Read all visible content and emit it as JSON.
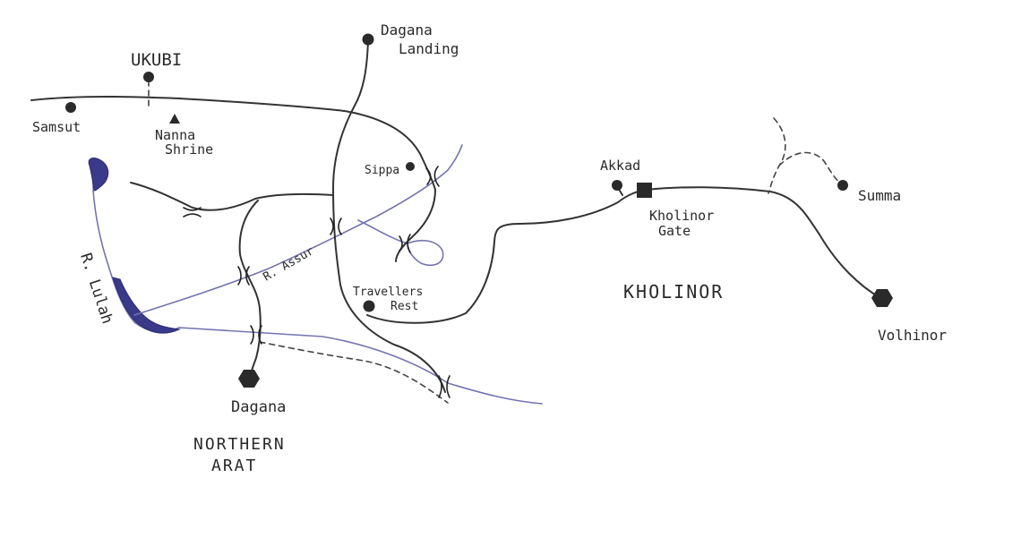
{
  "map": {
    "places": {
      "ukubi": "UKUBI",
      "samsut": "Samsut",
      "nanna_shrine_1": "Nanna",
      "nanna_shrine_2": "Shrine",
      "dagana_landing_1": "Dagana",
      "dagana_landing_2": "Landing",
      "sippa": "Sippa",
      "akkad": "Akkad",
      "kholinor_gate_1": "Kholinor",
      "kholinor_gate_2": "Gate",
      "summa": "Summa",
      "travellers_rest_1": "Travellers",
      "travellers_rest_2": "Rest",
      "volhinor": "Volhinor",
      "dagana": "Dagana"
    },
    "regions": {
      "kholinor": "KHOLINOR",
      "northern_arat_1": "NORTHERN",
      "northern_arat_2": "ARAT"
    },
    "rivers": {
      "lulah": "R. Lulah",
      "assur": "R. Assur"
    }
  }
}
